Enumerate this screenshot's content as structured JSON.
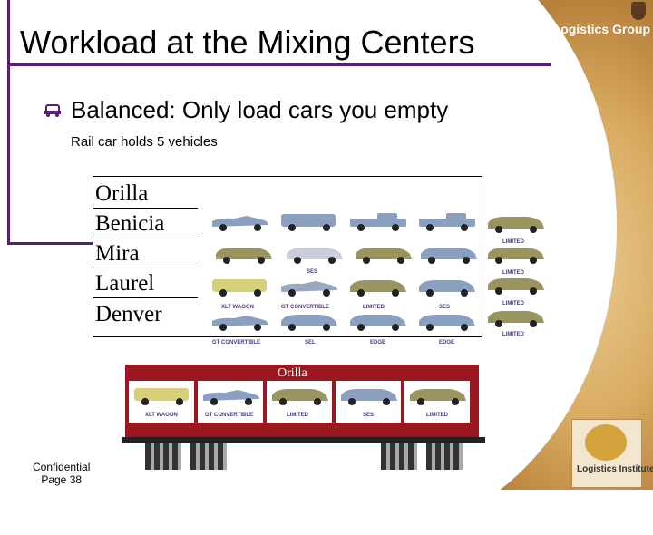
{
  "slide": {
    "title": "Workload at the Mixing Centers",
    "brand": "UPS Logistics Group",
    "bullet": "Balanced: Only load cars you empty",
    "subtext": "Rail car holds 5 vehicles",
    "footer_line1": "Confidential",
    "footer_line2": "Page 38",
    "logo_text": "Logistics Institute"
  },
  "grid": {
    "rows": [
      "Orilla",
      "Benicia",
      "Mira Loma",
      "Laurel",
      "Denver"
    ],
    "vehicle_labels": [
      "LIMITED",
      "LIMITED",
      "LIMITED",
      "LIMITED",
      "SES",
      "XLT WAGON",
      "GT CONVERTIBLE",
      "LIMITED",
      "SES",
      "GT CONVERTIBLE",
      "SEL",
      "EDGE",
      "EDGE"
    ]
  },
  "railcar": {
    "label": "Orilla",
    "slots": [
      "XLT WAGON",
      "GT CONVERTIBLE",
      "LIMITED",
      "SES",
      "LIMITED"
    ]
  },
  "colors": {
    "purple": "#5a1e6e",
    "railcar_red": "#9b1820",
    "gold": "#d9ab62"
  }
}
